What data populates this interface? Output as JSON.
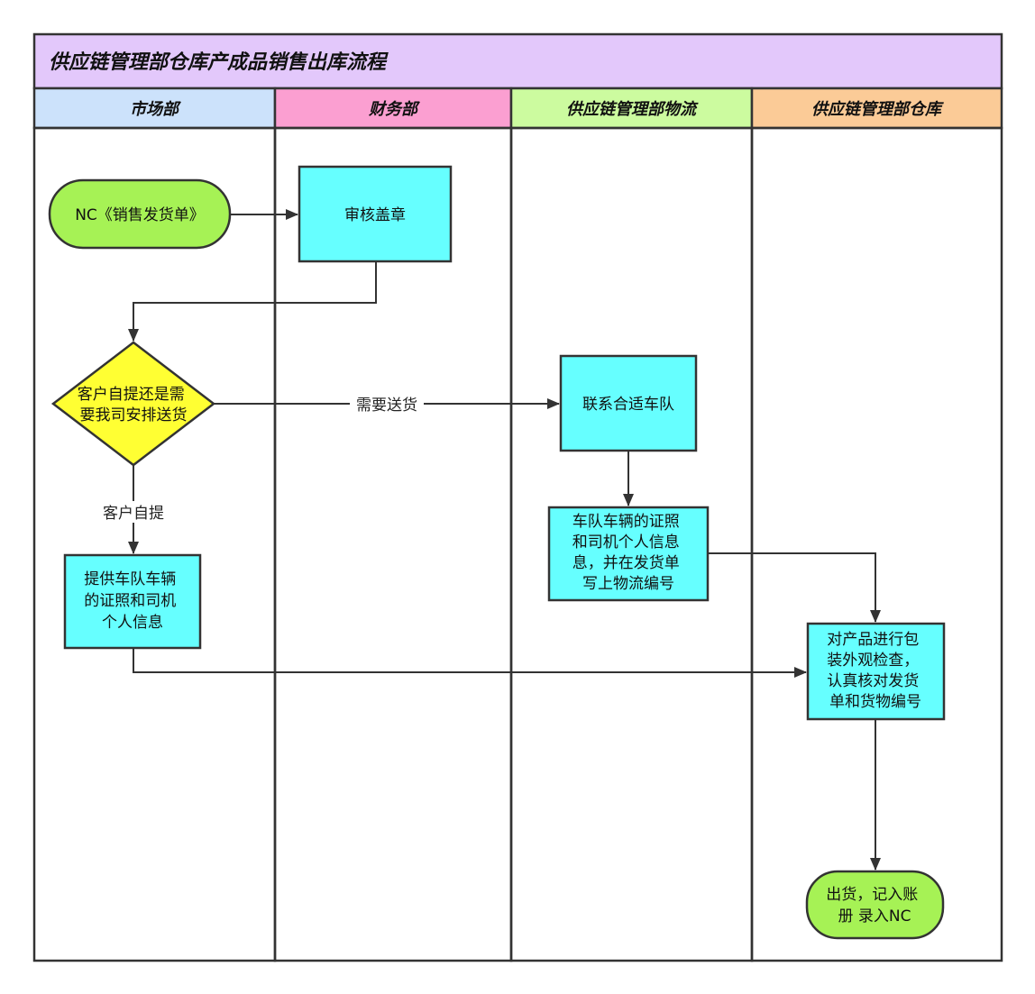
{
  "title": "供应链管理部仓库产成品销售出库流程",
  "lanes": [
    "市场部",
    "财务部",
    "供应链管理部物流",
    "供应链管理部仓库"
  ],
  "nodes": {
    "nc_sales_order": [
      "NC《销售发货单》"
    ],
    "review_stamp": [
      "审核盖章"
    ],
    "decision": [
      "客户自提还是需",
      "要我司安排送货"
    ],
    "contact_fleet": [
      "联系合适车队"
    ],
    "fleet_info_logistics": [
      "车队车辆的证照",
      "和司机个人信息",
      "息，并在发货单",
      "写上物流编号"
    ],
    "provide_info": [
      "提供车队车辆",
      "的证照和司机",
      "个人信息"
    ],
    "inspect": [
      "对产品进行包",
      "装外观检查，",
      "认真核对发货",
      "单和货物编号"
    ],
    "ship": [
      "出货，记入账",
      "册 录入NC"
    ]
  },
  "edges": {
    "delivery_label": "需要送货",
    "self_pickup_label": "客户自提"
  },
  "colors": {
    "title_bg": "#e3c8fb",
    "lane_market": "#cce2fb",
    "lane_finance": "#fb9fd1",
    "lane_logistics": "#ccfb9f",
    "lane_warehouse": "#fbcb97",
    "process": "#66ffff",
    "terminal": "#a6f255",
    "decision": "#ffff33",
    "stroke": "#333333"
  }
}
